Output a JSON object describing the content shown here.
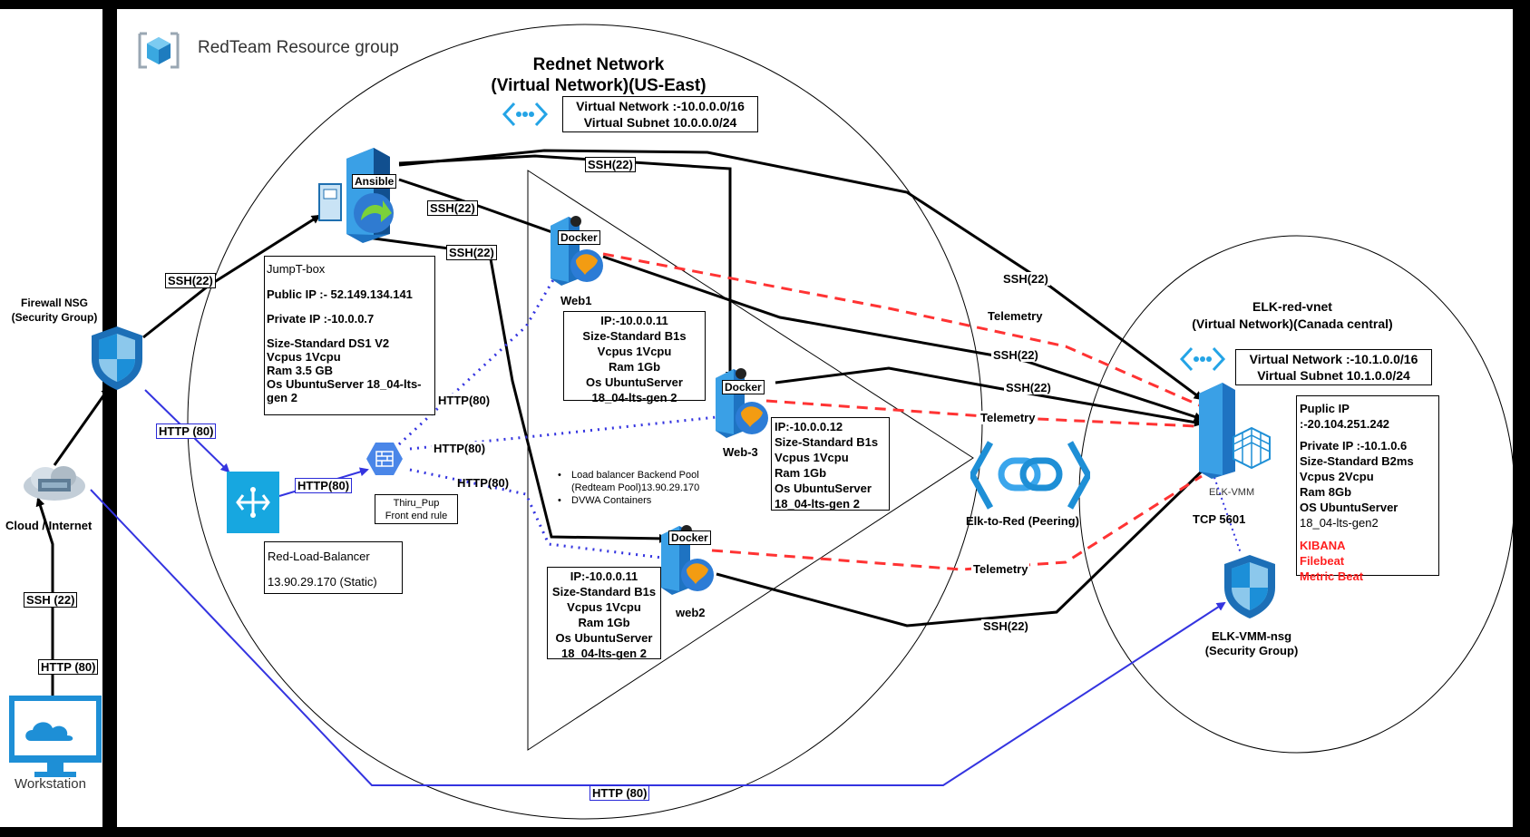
{
  "resource_group": {
    "title": "RedTeam Resource group"
  },
  "rednet": {
    "title_line1": "Rednet Network",
    "title_line2": "(Virtual Network)(US-East)",
    "vnet": "Virtual Network :-10.0.0.0/16",
    "subnet": "Virtual Subnet 10.0.0.0/24"
  },
  "elk_vnet": {
    "title_line1": "ELK-red-vnet",
    "title_line2": "(Virtual Network)(Canada central)",
    "vnet": "Virtual Network :-10.1.0.0/16",
    "subnet": "Virtual Subnet 10.1.0.0/24"
  },
  "firewall": {
    "line1": "Firewall NSG",
    "line2": "(Security Group)"
  },
  "cloud": {
    "label": "Cloud / Internet"
  },
  "workstation": {
    "label": "Workstation"
  },
  "ansible": {
    "tag": "Ansible"
  },
  "jumpbox": {
    "title": "JumpT-box",
    "public_ip": "Public IP :- 52.149.134.141",
    "private_ip": "Private IP :-10.0.0.7",
    "size": "Size-Standard DS1 V2",
    "vcpus": "Vcpus 1Vcpu",
    "ram": "Ram 3.5 GB",
    "os1": "Os UbuntuServer 18_04-lts-",
    "os2": "gen 2"
  },
  "load_balancer": {
    "name": "Red-Load-Balancer",
    "ip": "13.90.29.170 (Static)",
    "rule_line1": "Thiru_Pup",
    "rule_line2": "Front end rule"
  },
  "web1": {
    "name": "Web1",
    "tag": "Docker",
    "ip": "IP:-10.0.0.11",
    "size": "Size-Standard B1s",
    "vcpus": "Vcpus 1Vcpu",
    "ram": "Ram 1Gb",
    "os1": "Os UbuntuServer",
    "os2": "18_04-lts-gen 2"
  },
  "web3": {
    "name": "Web-3",
    "tag": "Docker",
    "ip": "IP:-10.0.0.12",
    "size": "Size-Standard B1s",
    "vcpus": "Vcpus 1Vcpu",
    "ram": "Ram 1Gb",
    "os1": "Os UbuntuServer",
    "os2": "18_04-lts-gen 2"
  },
  "web2": {
    "name": "web2",
    "tag": "Docker",
    "ip": "IP:-10.0.0.11",
    "size": "Size-Standard B1s",
    "vcpus": "Vcpus 1Vcpu",
    "ram": "Ram 1Gb",
    "os1": "Os UbuntuServer",
    "os2": "18_04-lts-gen 2"
  },
  "pool_notes": {
    "item1_line1": "Load balancer Backend  Pool",
    "item1_line2": "(Redteam Pool)13.90.29.170",
    "item2": "DVWA Containers"
  },
  "peering": {
    "label": "Elk-to-Red (Peering)"
  },
  "elk_vm": {
    "name": "ELK-VMM",
    "port": "TCP 5601",
    "public_ip": "Puplic IP :-20.104.251.242",
    "private_ip": "Private IP :-10.1.0.6",
    "size": "Size-Standard B2ms",
    "vcpus": "Vcpus 2Vcpu",
    "ram": "Ram 8Gb",
    "os1": "OS UbuntuServer",
    "os2": "18_04-lts-gen2",
    "apps": [
      "KIBANA",
      "Filebeat",
      "Metric Beat"
    ]
  },
  "elk_nsg": {
    "line1": "ELK-VMM-nsg",
    "line2": "(Security Group)"
  },
  "connections": {
    "ssh22": "SSH(22)",
    "ssh_22_spaced": "SSH (22)",
    "http80": "HTTP(80)",
    "http_80_spaced": "HTTP (80)",
    "http_80": "HTTP (80)",
    "telemetry": "Telemetry"
  },
  "colors": {
    "frame": "#000000",
    "blue_link": "#3434e0",
    "telemetry": "#ff3333",
    "azure": "#1e8fd6"
  }
}
